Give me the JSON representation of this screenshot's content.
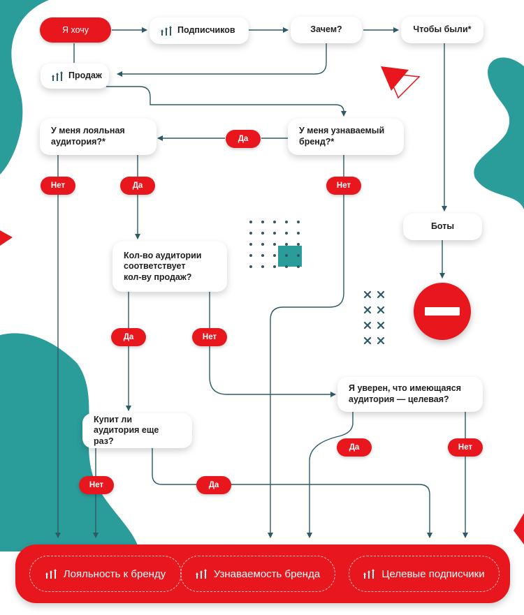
{
  "nodes": {
    "start": "Я хочу",
    "subscribers": "Подписчиков",
    "why": "Зачем?",
    "to_have": "Чтобы были*",
    "sales": "Продаж",
    "loyal_audience": "У меня лояльная\nаудитория?*",
    "recognizable_brand": "У меня узнаваемый\nбренд?*",
    "bots": "Боты",
    "audience_match": "Кол-во аудитории\nсоответствует\nкол-ву продаж?",
    "buy_again": "Купит ли\nаудитория еще раз?",
    "target_audience": "Я уверен, что имеющаяся\nаудитория — целевая?"
  },
  "answers": {
    "yes": "Да",
    "no": "Нет"
  },
  "outcomes": [
    "Лояльность к бренду",
    "Узнаваемость бренда",
    "Целевые подписчики"
  ],
  "colors": {
    "accent": "#e8161d",
    "teal": "#2a9c9a",
    "text": "#1e1e1e",
    "arrow": "#2d5a66"
  },
  "icons": {
    "growth": "growth-arrows-icon",
    "stop": "stop-sign-icon"
  }
}
